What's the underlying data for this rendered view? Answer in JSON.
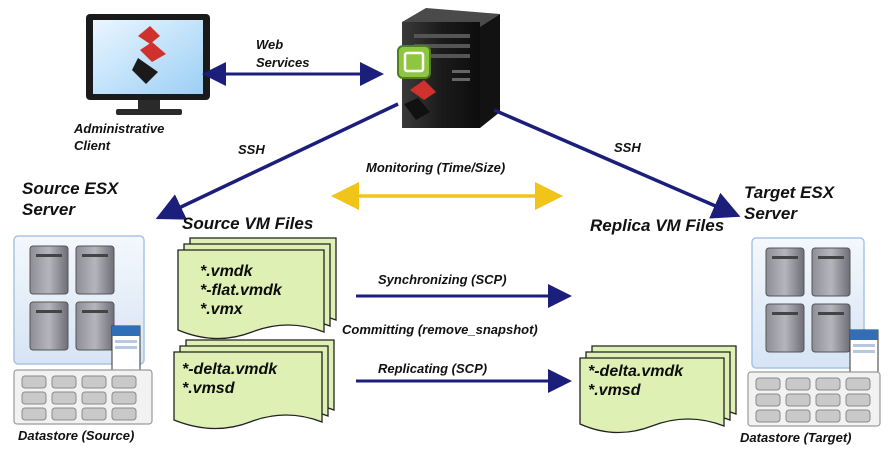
{
  "labels": {
    "admin_client": [
      "Administrative",
      "Client"
    ],
    "web_services": [
      "Web",
      "Services"
    ],
    "ssh_left": "SSH",
    "ssh_right": "SSH",
    "monitoring": "Monitoring (Time/Size)",
    "source_esx": [
      "Source ESX",
      "Server"
    ],
    "target_esx": [
      "Target ESX",
      "Server"
    ],
    "source_vm_files": "Source VM Files",
    "replica_vm_files": "Replica VM Files",
    "synchronizing": "Synchronizing (SCP)",
    "committing": "Committing (remove_snapshot)",
    "replicating": "Replicating (SCP)",
    "datastore_source": "Datastore (Source)",
    "datastore_target": "Datastore (Target)"
  },
  "files": {
    "source_top": [
      "*.vmdk",
      "*-flat.vmdk",
      "*.vmx"
    ],
    "source_bottom": [
      "*-delta.vmdk",
      "*.vmsd"
    ],
    "replica": [
      "*-delta.vmdk",
      "*.vmsd"
    ]
  },
  "colors": {
    "arrow_navy": "#1b1e7a",
    "arrow_gold": "#f0c419",
    "doc_fill": "#dff0b4",
    "panel_blue": "#a9c4e4"
  },
  "icons": {
    "monitor": "monitor-icon",
    "server": "server-tower-icon",
    "esx": "esx-host-icon",
    "datastore": "datastore-icon"
  }
}
